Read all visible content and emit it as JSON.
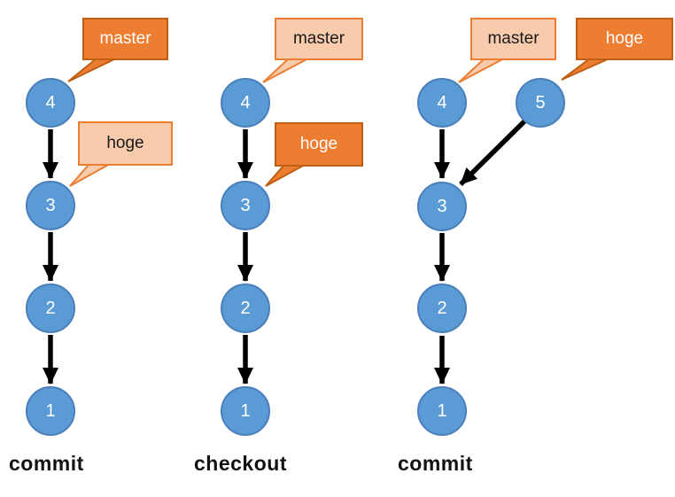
{
  "colors": {
    "node_fill": "#5b9bd5",
    "node_border": "#4a7fba",
    "callout_active_fill": "#ed7d31",
    "callout_active_border": "#c05f14",
    "callout_inactive_fill": "#f8cbad",
    "callout_inactive_border": "#ed7d31",
    "arrow": "#000000"
  },
  "columns": [
    {
      "caption": "commit",
      "nodes": [
        "4",
        "3",
        "2",
        "1"
      ],
      "edges": [
        "4-3",
        "3-2",
        "2-1"
      ],
      "branches": [
        {
          "name": "master",
          "style": "dark",
          "points_to": "4"
        },
        {
          "name": "hoge",
          "style": "light",
          "points_to": "3"
        }
      ]
    },
    {
      "caption": "checkout",
      "nodes": [
        "4",
        "3",
        "2",
        "1"
      ],
      "edges": [
        "4-3",
        "3-2",
        "2-1"
      ],
      "branches": [
        {
          "name": "master",
          "style": "light",
          "points_to": "4"
        },
        {
          "name": "hoge",
          "style": "dark",
          "points_to": "3"
        }
      ]
    },
    {
      "caption": "commit",
      "nodes": [
        "4",
        "5",
        "3",
        "2",
        "1"
      ],
      "edges": [
        "4-3",
        "5-3",
        "3-2",
        "2-1"
      ],
      "branches": [
        {
          "name": "master",
          "style": "light",
          "points_to": "4"
        },
        {
          "name": "hoge",
          "style": "dark",
          "points_to": "5"
        }
      ]
    }
  ]
}
